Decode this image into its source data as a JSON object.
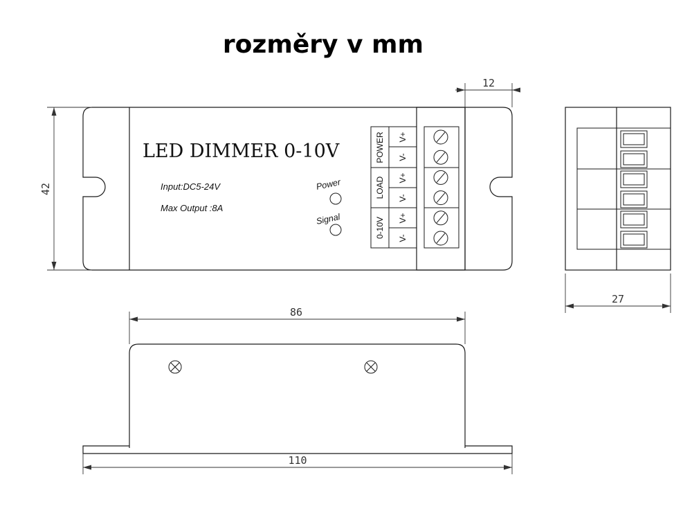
{
  "title": "rozměry v mm",
  "device": {
    "name": "LED DIMMER 0-10V",
    "input_spec": "Input:DC5-24V",
    "output_spec": "Max Output :8A",
    "lamps": {
      "power": "Power",
      "signal": "Signal"
    },
    "terminal_groups": [
      {
        "group": "POWER",
        "pins": [
          "V+",
          "V-"
        ]
      },
      {
        "group": "LOAD",
        "pins": [
          "V+",
          "V-"
        ]
      },
      {
        "group": "0-10V",
        "pins": [
          "V+",
          "V-"
        ]
      }
    ]
  },
  "dimensions": {
    "height": "42",
    "terminal_depth": "12",
    "side_width": "27",
    "body_length": "86",
    "total_length": "110"
  }
}
